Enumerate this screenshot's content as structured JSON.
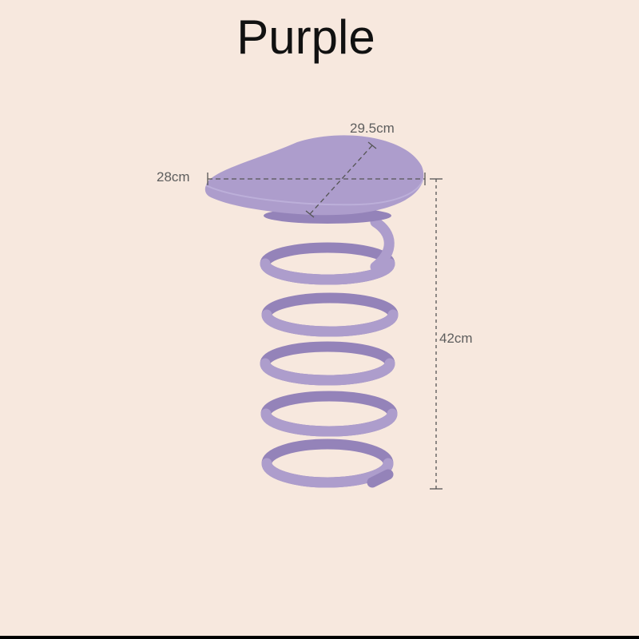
{
  "title": "Purple",
  "dimensions": {
    "depth_label": "28cm",
    "width_label": "29.5cm",
    "height_label": "42cm"
  },
  "colors": {
    "background": "#f7e8de",
    "product_body": "#ad9dcc",
    "product_shadow": "#9483b9",
    "product_highlight": "#c9bde3",
    "dimension_line": "#555555"
  }
}
